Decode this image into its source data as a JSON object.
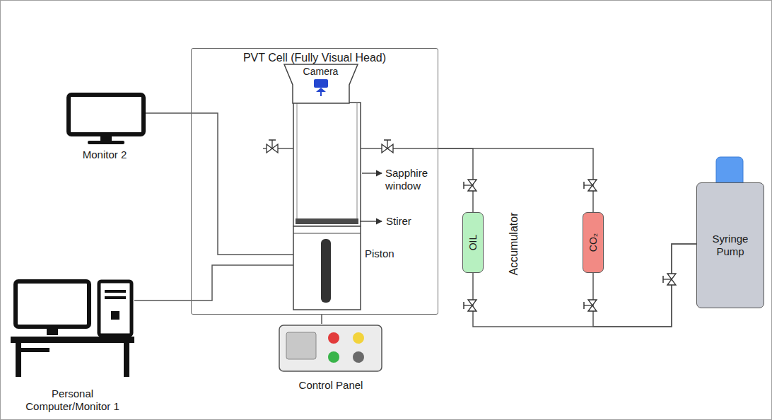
{
  "diagram": {
    "nodes": [
      {
        "text": [
          "PVT Cell (Fully Visual Head)"
        ]
      },
      {
        "text": [
          "Camera"
        ],
        "in": 0
      },
      {
        "text": [
          "Monitor 2"
        ]
      },
      {
        "text": [
          "OIL"
        ]
      },
      {
        "text": [
          "CO₂"
        ]
      },
      {
        "text": [
          "Syringe Pump"
        ]
      },
      {
        "text": [
          "Personal Computer/Monitor 1"
        ]
      },
      {
        "text": [
          "Control Panel"
        ]
      }
    ],
    "edges": [
      {
        "from": 2,
        "to": 0,
        "arrow": "none"
      },
      {
        "from": 6,
        "to": 0,
        "arrow": "none"
      },
      {
        "from": 7,
        "to": 0,
        "arrow": "none"
      },
      {
        "from": 3,
        "to": 0,
        "arrow": "none"
      },
      {
        "from": 4,
        "to": 0,
        "arrow": "none"
      },
      {
        "from": 3,
        "to": 5,
        "arrow": "none"
      },
      {
        "from": 4,
        "to": 5,
        "arrow": "none"
      }
    ],
    "labels": [
      "Sapphire window",
      "Stirer",
      "Piston",
      "Accumulator"
    ]
  }
}
